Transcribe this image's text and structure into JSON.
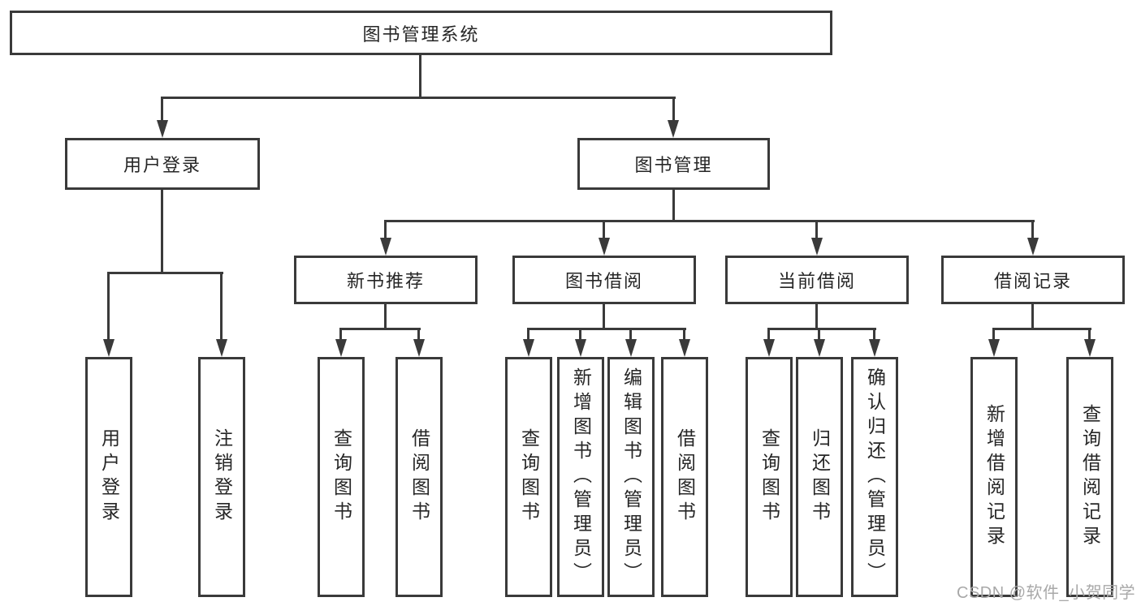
{
  "diagram": {
    "root": "图书管理系统",
    "branches": {
      "user_login": "用户登录",
      "book_management": "图书管理"
    },
    "modules": {
      "new_book_recommend": "新书推荐",
      "book_borrowing": "图书借阅",
      "current_borrowing": "当前借阅",
      "borrowing_records": "借阅记录"
    },
    "functions": {
      "user_login": "用户登录",
      "logout": "注销登录",
      "recommend_query_books": "查询图书",
      "recommend_borrow_books": "借阅图书",
      "borrowing_query_books": "查询图书",
      "borrowing_add_books_admin": "新增图书（管理员）",
      "borrowing_edit_books_admin": "编辑图书（管理员）",
      "borrowing_borrow_books": "借阅图书",
      "current_query_books": "查询图书",
      "current_return_books": "归还图书",
      "current_confirm_return_admin": "确认归还（管理员）",
      "records_add_record": "新增借阅记录",
      "records_query_record": "查询借阅记录"
    }
  },
  "watermark": "CSDN @软件_小贺同学",
  "colors": {
    "line": "#3a3a3a",
    "box_border": "#3a3a3a",
    "text": "#262626",
    "background": "#ffffff",
    "watermark": "#a8a8a8"
  }
}
